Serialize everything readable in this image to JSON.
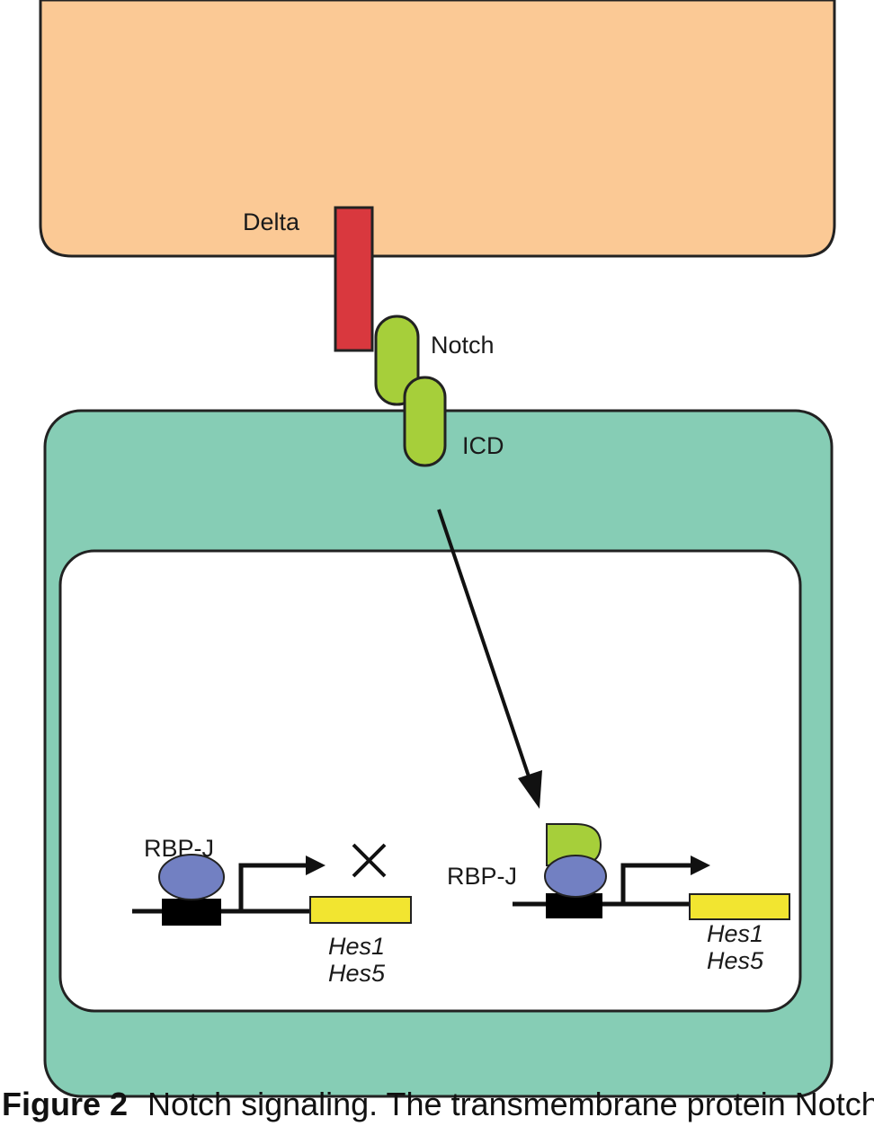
{
  "labels": {
    "delta": "Delta",
    "notch": "Notch",
    "icd": "ICD",
    "rbpj_left": "RBP-J",
    "rbpj_right": "RBP-J",
    "gene_left_1": "Hes1",
    "gene_left_2": "Hes5",
    "gene_right_1": "Hes1",
    "gene_right_2": "Hes5"
  },
  "caption": {
    "figure": "Figure 2",
    "text": "Notch signaling. The transmembrane protein Notch i"
  },
  "colors": {
    "signal_cell": "#fbc995",
    "receiving_cell": "#86cdb5",
    "nucleus": "#ffffff",
    "delta": "#d9383e",
    "notch": "#a6cf3a",
    "rbpj": "#7280c2",
    "gene": "#f2e530",
    "promoter_box": "#000000"
  },
  "icons": {
    "blocked_transcription": "x-mark-icon",
    "transcription_start": "bent-arrow-icon"
  }
}
